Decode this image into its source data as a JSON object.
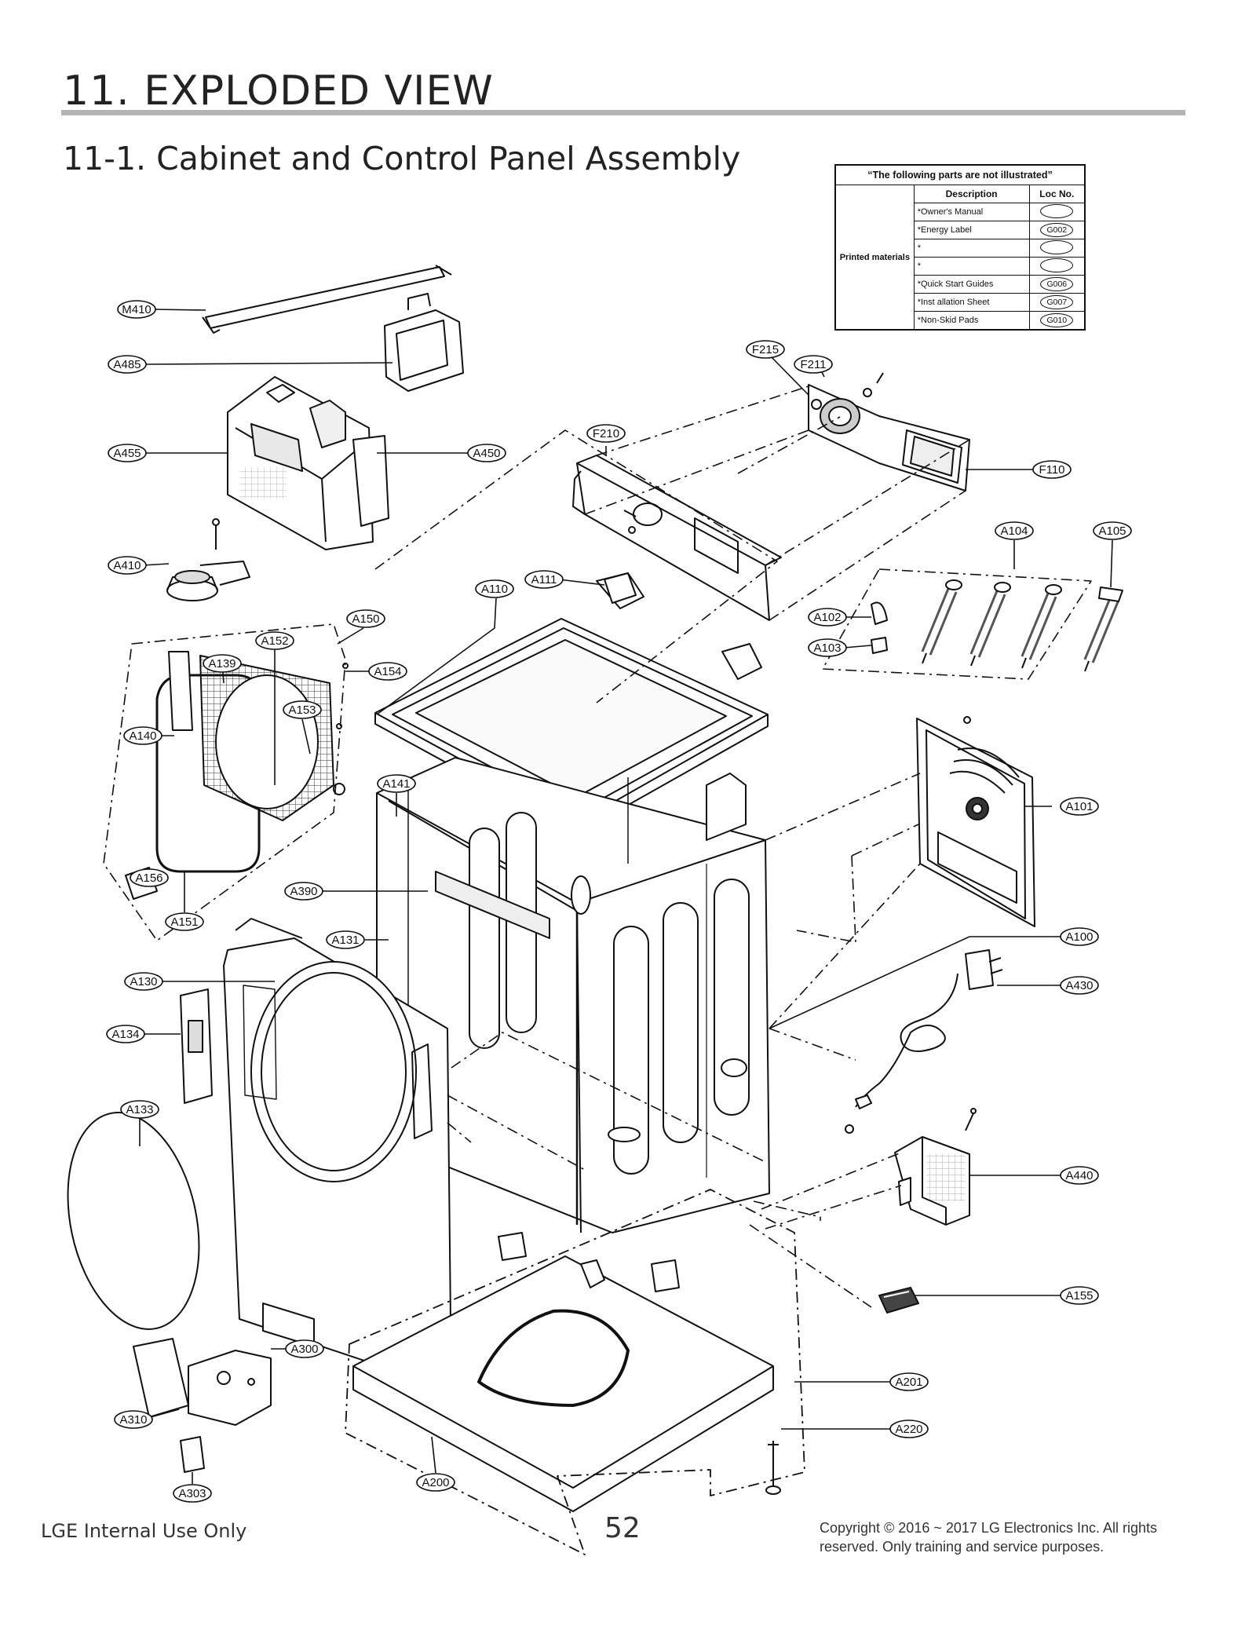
{
  "header": {
    "title": "11. EXPLODED VIEW",
    "subtitle": "11-1. Cabinet and Control Panel Assembly"
  },
  "parts_table": {
    "caption": "“The following parts are not illustrated”",
    "col_description": "Description",
    "col_loc": "Loc No.",
    "group": "Printed materials",
    "rows": [
      {
        "desc": "*Owner's Manual",
        "loc": ""
      },
      {
        "desc": "*Energy Label",
        "loc": "G002"
      },
      {
        "desc": "*",
        "loc": ""
      },
      {
        "desc": "*",
        "loc": ""
      },
      {
        "desc": "*Quick Start Guides",
        "loc": "G006"
      },
      {
        "desc": "*Inst allation Sheet",
        "loc": "G007"
      },
      {
        "desc": "*Non-Skid Pads",
        "loc": "G010"
      }
    ]
  },
  "callouts": {
    "M410": "M410",
    "A485": "A485",
    "A455": "A455",
    "A450": "A450",
    "A410": "A410",
    "F215": "F215",
    "F211": "F211",
    "F210": "F210",
    "F110": "F110",
    "A104": "A104",
    "A105": "A105",
    "A110": "A110",
    "A111": "A111",
    "A102": "A102",
    "A103": "A103",
    "A150": "A150",
    "A152": "A152",
    "A139": "A139",
    "A154": "A154",
    "A153": "A153",
    "A140": "A140",
    "A141": "A141",
    "A101": "A101",
    "A156": "A156",
    "A390": "A390",
    "A151": "A151",
    "A131": "A131",
    "A100": "A100",
    "A130": "A130",
    "A430": "A430",
    "A134": "A134",
    "A133": "A133",
    "A440": "A440",
    "A155": "A155",
    "A300": "A300",
    "A201": "A201",
    "A310": "A310",
    "A220": "A220",
    "A303": "A303",
    "A200": "A200"
  },
  "footer": {
    "left": "LGE Internal Use Only",
    "page_number": "52",
    "copyright_line1": "Copyright © 2016 ~ 2017 LG Electronics Inc. All rights",
    "copyright_line2": "reserved. Only training and service purposes."
  }
}
